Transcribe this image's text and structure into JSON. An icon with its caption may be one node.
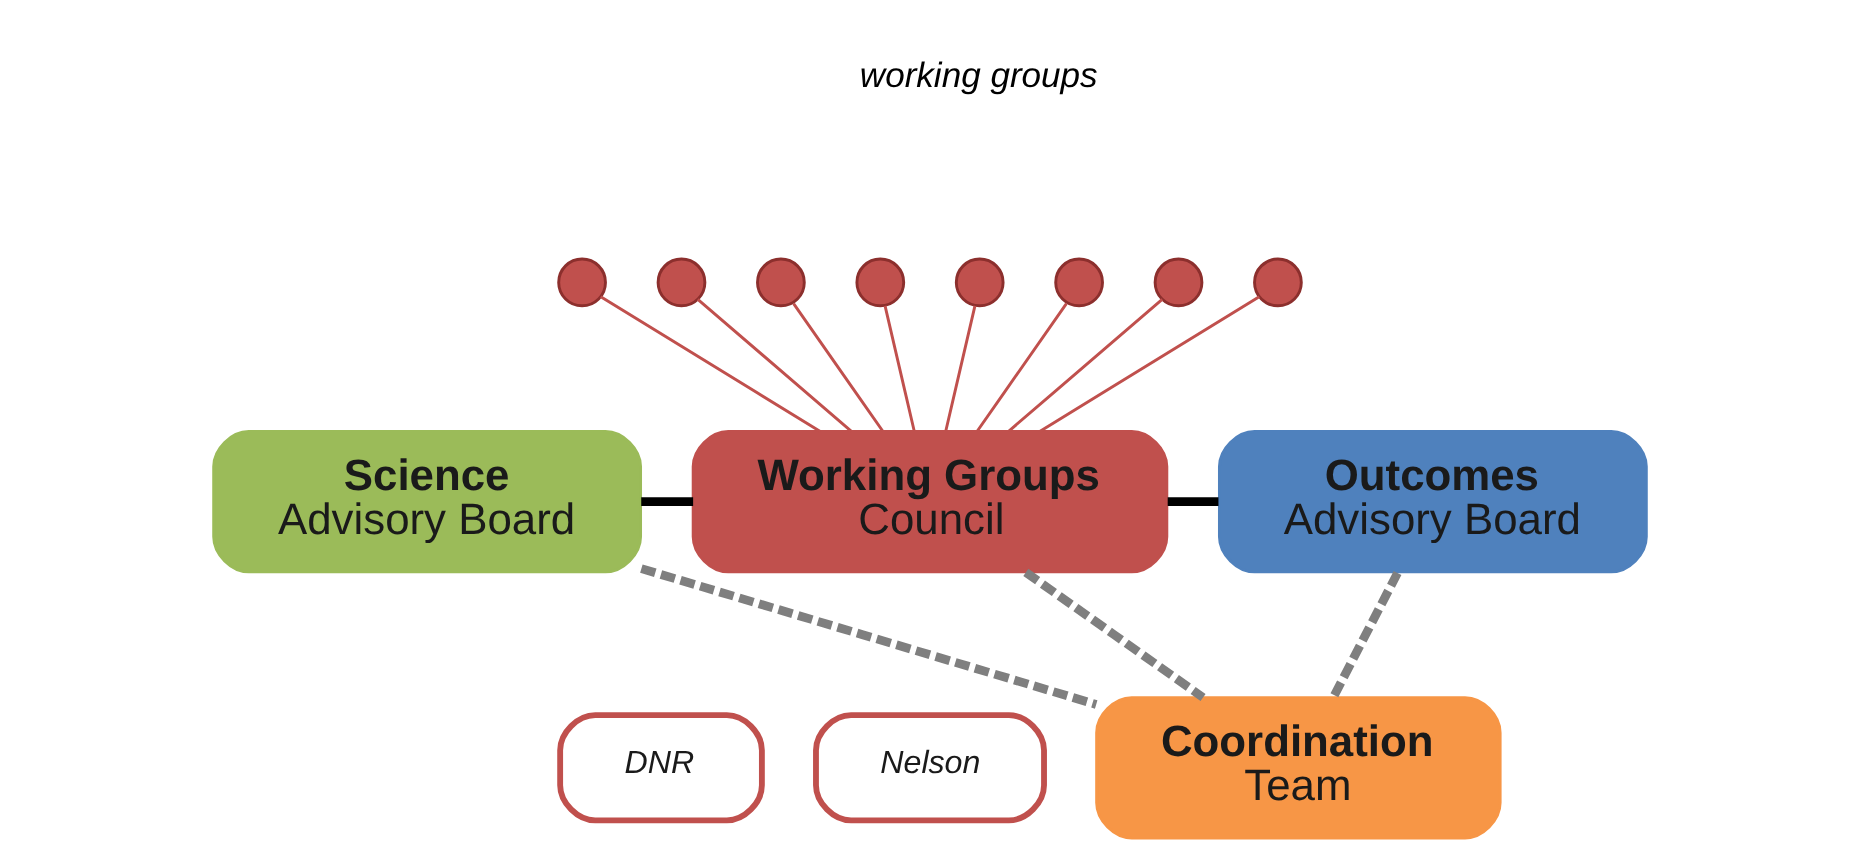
{
  "diagram": {
    "nodes": [
      {
        "text": [],
        "shape": "circle"
      },
      {
        "text": [],
        "shape": "circle"
      },
      {
        "text": [],
        "shape": "circle"
      },
      {
        "text": [],
        "shape": "circle"
      },
      {
        "text": [],
        "shape": "circle"
      },
      {
        "text": [],
        "shape": "circle"
      },
      {
        "text": [],
        "shape": "circle"
      },
      {
        "text": [],
        "shape": "circle"
      },
      {
        "text": [
          "Working Groups",
          "Council"
        ]
      },
      {
        "text": [
          "DNR"
        ]
      },
      {
        "text": [
          "Nelson"
        ]
      },
      {
        "text": [
          "Science",
          "Advisory Board"
        ]
      },
      {
        "text": [
          "Outcomes",
          "Advisory Board"
        ]
      },
      {
        "text": [
          "Coordination",
          "Team"
        ]
      }
    ],
    "edges": [
      {
        "from": 0,
        "to": 8,
        "arrow": "none"
      },
      {
        "from": 1,
        "to": 8,
        "arrow": "none"
      },
      {
        "from": 2,
        "to": 8,
        "arrow": "none"
      },
      {
        "from": 3,
        "to": 8,
        "arrow": "none"
      },
      {
        "from": 4,
        "to": 8,
        "arrow": "none"
      },
      {
        "from": 5,
        "to": 8,
        "arrow": "none"
      },
      {
        "from": 6,
        "to": 8,
        "arrow": "none"
      },
      {
        "from": 7,
        "to": 8,
        "arrow": "none"
      },
      {
        "from": 11,
        "to": 8,
        "arrow": "none",
        "style": "thick",
        "color": "#000000"
      },
      {
        "from": 8,
        "to": 12,
        "arrow": "none",
        "style": "thick",
        "color": "#000000"
      },
      {
        "from": 11,
        "to": 13,
        "arrow": "none",
        "style": "dashed",
        "color": "#7f7f7f"
      },
      {
        "from": 8,
        "to": 13,
        "arrow": "none",
        "style": "dashed",
        "color": "#7f7f7f"
      },
      {
        "from": 12,
        "to": 13,
        "arrow": "none",
        "style": "dashed",
        "color": "#7f7f7f"
      }
    ],
    "labels": [
      "working groups"
    ]
  }
}
